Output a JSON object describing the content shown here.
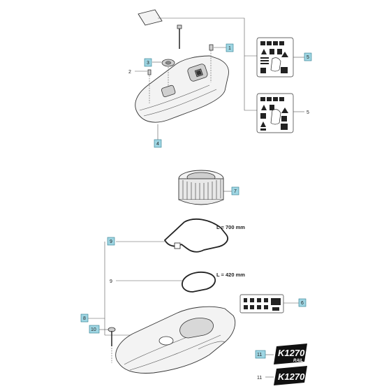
{
  "callouts": {
    "c1": "1",
    "c2": "2",
    "c3": "3",
    "c4": "4",
    "c5a": "5",
    "c5b": "5",
    "c6": "6",
    "c7": "7",
    "c8": "8",
    "c9a": "9",
    "c9b": "9",
    "c10": "10",
    "c11a": "11",
    "c11b": "11"
  },
  "dimensions": {
    "gasket_large": "L = 700 mm",
    "gasket_small": "L = 420 mm"
  },
  "decals": {
    "model_rail_top": "K1270",
    "model_rail_sub": "RAIL",
    "model_plain": "K1270"
  },
  "colors": {
    "highlight": "#9fd6e3",
    "outline": "#333333"
  }
}
